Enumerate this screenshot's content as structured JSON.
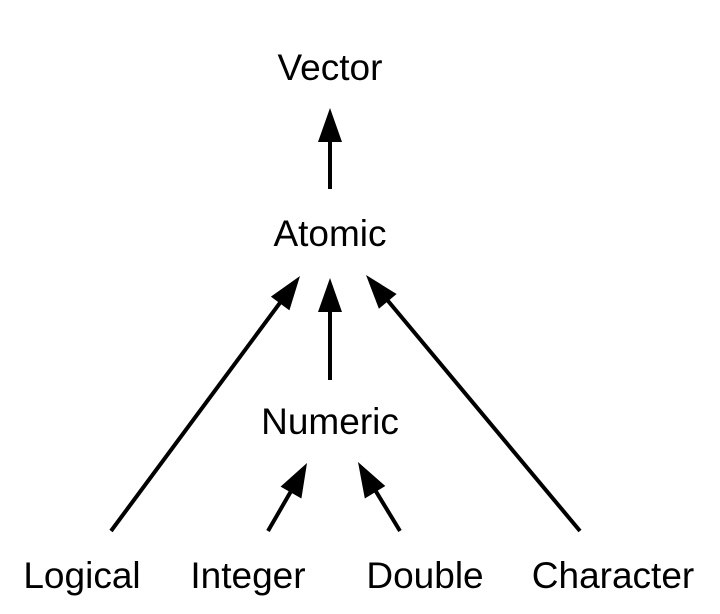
{
  "nodes": {
    "vector": "Vector",
    "atomic": "Atomic",
    "numeric": "Numeric",
    "logical": "Logical",
    "integer": "Integer",
    "double": "Double",
    "character": "Character"
  },
  "edges": [
    {
      "from": "atomic",
      "to": "vector"
    },
    {
      "from": "logical",
      "to": "atomic"
    },
    {
      "from": "numeric",
      "to": "atomic"
    },
    {
      "from": "character",
      "to": "atomic"
    },
    {
      "from": "integer",
      "to": "numeric"
    },
    {
      "from": "double",
      "to": "numeric"
    }
  ],
  "colors": {
    "foreground": "#000000",
    "background": "#ffffff"
  }
}
